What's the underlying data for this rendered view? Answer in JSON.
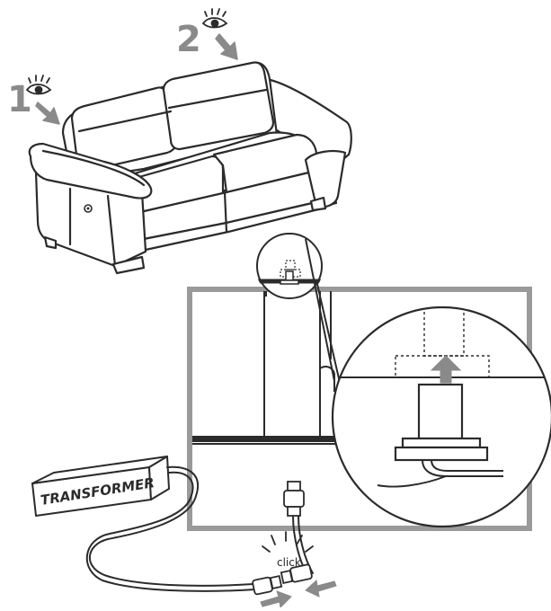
{
  "steps": [
    {
      "number": "1"
    },
    {
      "number": "2"
    }
  ],
  "labels": {
    "transformer": "TRANSFORMER",
    "click": "click"
  },
  "colors": {
    "line": "#2b2b2b",
    "accent_gray": "#8a8a8a",
    "frame_gray": "#9a9a9a",
    "fill": "#ffffff"
  },
  "icons": [
    "eye-icon",
    "arrow-icon",
    "arrow-up-icon"
  ]
}
